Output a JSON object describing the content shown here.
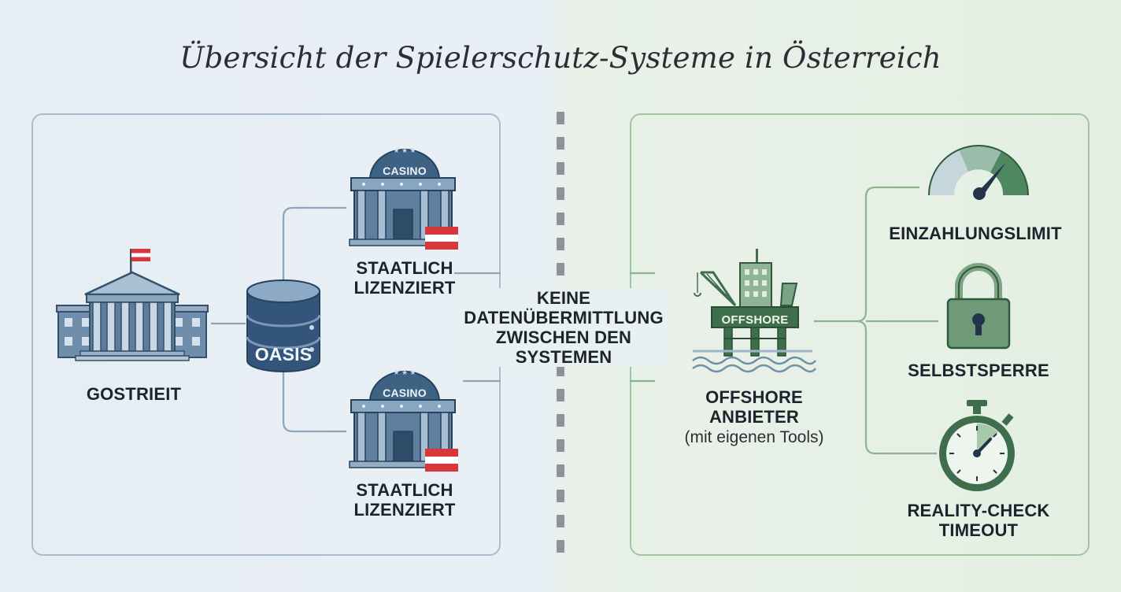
{
  "title": "Übersicht der Spielerschutz-Systeme in Österreich",
  "left": {
    "government": {
      "label": "GOSTRIEIT"
    },
    "database": {
      "label": "OASIS"
    },
    "casino_top": {
      "sign": "CASINO",
      "label_line1": "STAATLICH",
      "label_line2": "LIZENZIERT"
    },
    "casino_bottom": {
      "sign": "CASINO",
      "label_line1": "STAATLICH",
      "label_line2": "LIZENZIERT"
    }
  },
  "middle": {
    "lines": [
      "KEINE",
      "DATENÜBERMITTLUNG",
      "ZWISCHEN DEN",
      "SYSTEMEN"
    ]
  },
  "right": {
    "offshore": {
      "sign": "OFFSHORE",
      "label_line1": "OFFSHORE",
      "label_line2": "ANBIETER",
      "note": "(mit eigenen Tools)"
    },
    "tools": [
      {
        "icon": "gauge-icon",
        "label_line1": "EINZAHLUNGSLIMIT"
      },
      {
        "icon": "padlock-icon",
        "label_line1": "SELBSTSPERRE"
      },
      {
        "icon": "stopwatch-icon",
        "label_line1": "REALITY-CHECK",
        "label_line2": "TIMEOUT"
      }
    ]
  },
  "colors": {
    "blue_dark": "#31506f",
    "blue_mid": "#5e7f9e",
    "blue_light": "#9fb6cb",
    "green_dark": "#3f6e4d",
    "green_mid": "#6e9a77",
    "green_light": "#b9d2b9",
    "flag_red": "#d8363b"
  }
}
